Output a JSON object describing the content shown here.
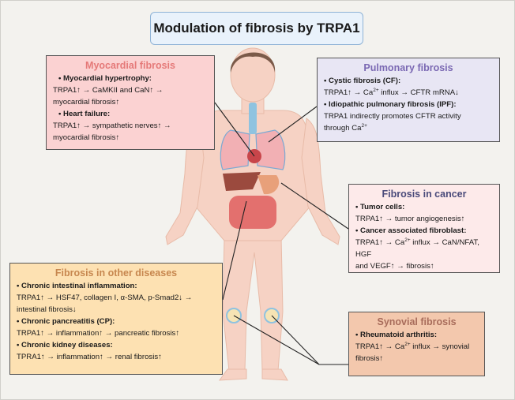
{
  "title": "Modulation of fibrosis by TRPA1",
  "myocardial": {
    "title": "Myocardial fibrosis",
    "h1": "Myocardial hypertrophy:",
    "t1a": "TRPA1↑ → CaMKII and CaN↑ →",
    "t1b": "myocardial fibrosis↑",
    "h2": "Heart failure:",
    "t2a": "TRPA1↑ →  sympathetic nerves↑ →",
    "t2b": "myocardial fibrosis↑"
  },
  "pulmonary": {
    "title": "Pulmonary fibrosis",
    "h1": "Cystic fibrosis (CF):",
    "t1_pre": "TRPA1↑ → Ca",
    "t1_sup": "2+",
    "t1_post": " influx →  CFTR mRNA↓",
    "h2": "Idiopathic pulmonary fibrosis (IPF):",
    "t2a": "TRPA1 indirectly promotes CFTR activity",
    "t2b_pre": "through Ca",
    "t2b_sup": "2+"
  },
  "cancer": {
    "title": "Fibrosis in cancer",
    "h1": "Tumor cells:",
    "t1": "TRPA1↑ → tumor angiogenesis↑",
    "h2": "Cancer associated fibroblast:",
    "t2_pre": "TRPA1↑ → Ca",
    "t2_sup": "2+",
    "t2_post": " influx → CaN/NFAT, HGF",
    "t2b": "and VEGF↑ → fibrosis↑"
  },
  "other": {
    "title": "Fibrosis in other diseases",
    "h1": "Chronic intestinal inflammation:",
    "t1a": " TRPA1↑ → HSF47, collagen I, α-SMA, p-Smad2↓ →",
    "t1b": " intestinal fibrosis↓",
    "h2": "Chronic pancreatitis (CP):",
    "t2": "TRPA1↑ → inflammation↑ →  pancreatic fibrosis↑",
    "h3": "Chronic kidney diseases:",
    "t3": "TPRA1↑ → inflammation↑ → renal fibrosis↑"
  },
  "synovial": {
    "title": "Synovial fibrosis",
    "h1": "Rheumatoid arthritis:",
    "t1_pre": "TRPA1↑ → Ca",
    "t1_sup": "2+",
    "t1_post": " influx → synovial",
    "t1b": "fibrosis↑"
  },
  "colors": {
    "skin": "#f6d2c4",
    "hair": "#7b5a49",
    "myocardial_title": "#e57978",
    "pulmonary_title": "#7b69b3",
    "other_title": "#c7874f",
    "synovial_title": "#a86c5b"
  }
}
